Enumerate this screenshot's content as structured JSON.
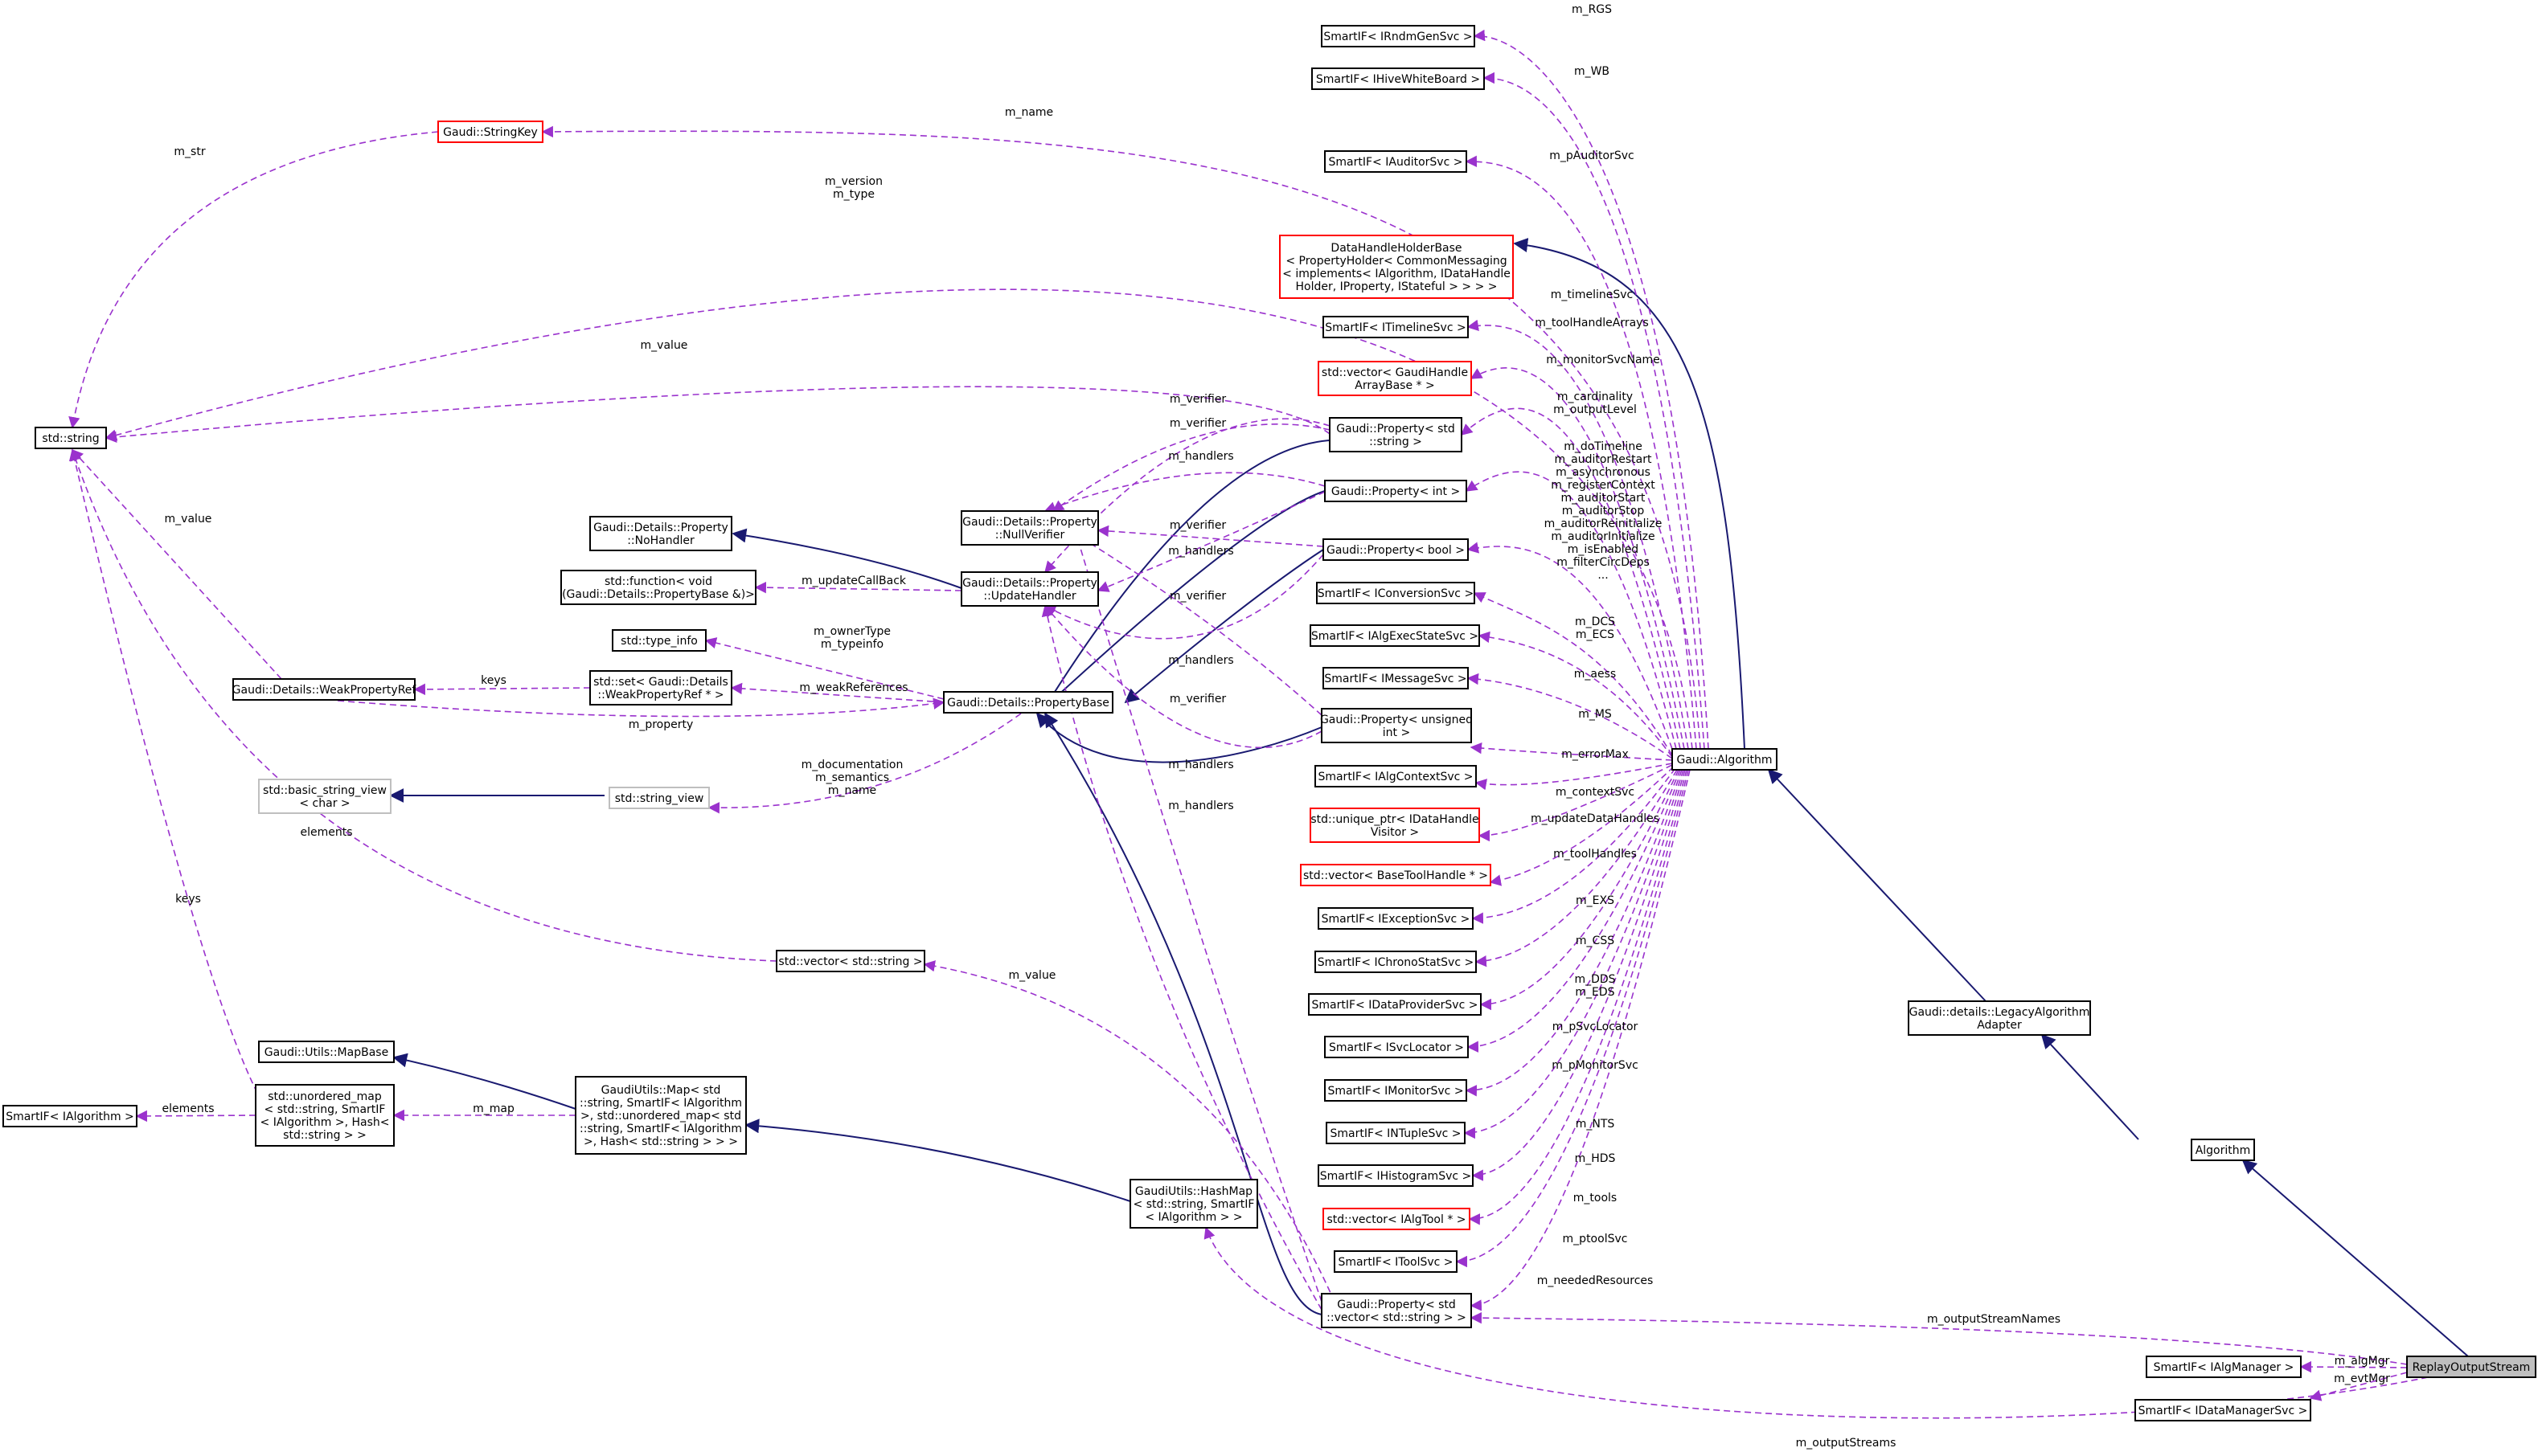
{
  "diagram": {
    "nodes": [
      {
        "id": "rgs",
        "lines": [
          "SmartIF< IRndmGenSvc >"
        ],
        "style": "black"
      },
      {
        "id": "hwb",
        "lines": [
          "SmartIF< IHiveWhiteBoard >"
        ],
        "style": "black"
      },
      {
        "id": "strkey",
        "lines": [
          "Gaudi::StringKey"
        ],
        "style": "red"
      },
      {
        "id": "audsvc",
        "lines": [
          "SmartIF< IAuditorSvc >"
        ],
        "style": "black"
      },
      {
        "id": "dhhb",
        "lines": [
          "DataHandleHolderBase",
          "< PropertyHolder< CommonMessaging",
          "< implements< IAlgorithm, IDataHandle",
          "Holder, IProperty, IStateful > > > >"
        ],
        "style": "red"
      },
      {
        "id": "tlsvc",
        "lines": [
          "SmartIF< ITimelineSvc >"
        ],
        "style": "black"
      },
      {
        "id": "vgha",
        "lines": [
          "std::vector< GaudiHandle",
          "ArrayBase * >"
        ],
        "style": "red"
      },
      {
        "id": "pstr",
        "lines": [
          "Gaudi::Property< std",
          "::string >"
        ],
        "style": "black"
      },
      {
        "id": "pint",
        "lines": [
          "Gaudi::Property< int >"
        ],
        "style": "black"
      },
      {
        "id": "pbool",
        "lines": [
          "Gaudi::Property< bool >"
        ],
        "style": "black"
      },
      {
        "id": "convsvc",
        "lines": [
          "SmartIF< IConversionSvc >"
        ],
        "style": "black"
      },
      {
        "id": "aess",
        "lines": [
          "SmartIF< IAlgExecStateSvc >"
        ],
        "style": "black"
      },
      {
        "id": "msgsvc",
        "lines": [
          "SmartIF< IMessageSvc >"
        ],
        "style": "black"
      },
      {
        "id": "puint",
        "lines": [
          "Gaudi::Property< unsigned",
          "int >"
        ],
        "style": "black"
      },
      {
        "id": "actx",
        "lines": [
          "SmartIF< IAlgContextSvc >"
        ],
        "style": "black"
      },
      {
        "id": "updh",
        "lines": [
          "std::unique_ptr< IDataHandle",
          "Visitor >"
        ],
        "style": "red"
      },
      {
        "id": "vbth",
        "lines": [
          "std::vector< BaseToolHandle * >"
        ],
        "style": "red"
      },
      {
        "id": "excsvc",
        "lines": [
          "SmartIF< IExceptionSvc >"
        ],
        "style": "black"
      },
      {
        "id": "chrono",
        "lines": [
          "SmartIF< IChronoStatSvc >"
        ],
        "style": "black"
      },
      {
        "id": "dps",
        "lines": [
          "SmartIF< IDataProviderSvc >"
        ],
        "style": "black"
      },
      {
        "id": "svcloc",
        "lines": [
          "SmartIF< ISvcLocator >"
        ],
        "style": "black"
      },
      {
        "id": "monsvc",
        "lines": [
          "SmartIF< IMonitorSvc >"
        ],
        "style": "black"
      },
      {
        "id": "ntsvc",
        "lines": [
          "SmartIF< INTupleSvc >"
        ],
        "style": "black"
      },
      {
        "id": "histsvc",
        "lines": [
          "SmartIF< IHistogramSvc >"
        ],
        "style": "black"
      },
      {
        "id": "vtool",
        "lines": [
          "std::vector< IAlgTool * >"
        ],
        "style": "red"
      },
      {
        "id": "toolsvc",
        "lines": [
          "SmartIF< IToolSvc >"
        ],
        "style": "black"
      },
      {
        "id": "pvec",
        "lines": [
          "Gaudi::Property< std",
          "::vector< std::string > >"
        ],
        "style": "black"
      },
      {
        "id": "string",
        "lines": [
          "std::string"
        ],
        "style": "black"
      },
      {
        "id": "nullv",
        "lines": [
          "Gaudi::Details::Property",
          "::NullVerifier"
        ],
        "style": "black"
      },
      {
        "id": "updhandler",
        "lines": [
          "Gaudi::Details::Property",
          "::UpdateHandler"
        ],
        "style": "black"
      },
      {
        "id": "nohandler",
        "lines": [
          "Gaudi::Details::Property",
          "::NoHandler"
        ],
        "style": "black"
      },
      {
        "id": "stdfunc",
        "lines": [
          "std::function< void",
          "(Gaudi::Details::PropertyBase &)>"
        ],
        "style": "black"
      },
      {
        "id": "typeinfo",
        "lines": [
          "std::type_info"
        ],
        "style": "black"
      },
      {
        "id": "setwpr",
        "lines": [
          "std::set< Gaudi::Details",
          "::WeakPropertyRef * >"
        ],
        "style": "black"
      },
      {
        "id": "wpr",
        "lines": [
          "Gaudi::Details::WeakPropertyRef"
        ],
        "style": "black"
      },
      {
        "id": "pbase",
        "lines": [
          "Gaudi::Details::PropertyBase"
        ],
        "style": "black"
      },
      {
        "id": "bsv",
        "lines": [
          "std::basic_string_view",
          "< char >"
        ],
        "style": "gray"
      },
      {
        "id": "sv",
        "lines": [
          "std::string_view"
        ],
        "style": "gray"
      },
      {
        "id": "vecstr",
        "lines": [
          "std::vector< std::string >"
        ],
        "style": "black"
      },
      {
        "id": "mapbase",
        "lines": [
          "Gaudi::Utils::MapBase"
        ],
        "style": "black"
      },
      {
        "id": "umap",
        "lines": [
          "std::unordered_map",
          "< std::string, SmartIF",
          "< IAlgorithm >, Hash<",
          "std::string > >"
        ],
        "style": "black"
      },
      {
        "id": "gumap",
        "lines": [
          "GaudiUtils::Map< std",
          "::string, SmartIF< IAlgorithm",
          ">, std::unordered_map< std",
          "::string, SmartIF< IAlgorithm",
          ">, Hash< std::string > > >"
        ],
        "style": "black"
      },
      {
        "id": "hashmap",
        "lines": [
          "GaudiUtils::HashMap",
          "< std::string, SmartIF",
          "< IAlgorithm > >"
        ],
        "style": "black"
      },
      {
        "id": "sialg",
        "lines": [
          "SmartIF< IAlgorithm >"
        ],
        "style": "black"
      },
      {
        "id": "galgo",
        "lines": [
          "Gaudi::Algorithm"
        ],
        "style": "black"
      },
      {
        "id": "legacy",
        "lines": [
          "Gaudi::details::LegacyAlgorithm",
          "Adapter"
        ],
        "style": "black"
      },
      {
        "id": "algo",
        "lines": [
          "Algorithm"
        ],
        "style": "black"
      },
      {
        "id": "algmgr",
        "lines": [
          "SmartIF< IAlgManager >"
        ],
        "style": "black"
      },
      {
        "id": "dms",
        "lines": [
          "SmartIF< IDataManagerSvc >"
        ],
        "style": "black"
      },
      {
        "id": "ros",
        "lines": [
          "ReplayOutputStream"
        ],
        "style": "focus"
      }
    ],
    "edge_labels": [
      {
        "id": "l_rgs",
        "lines": [
          "m_RGS"
        ]
      },
      {
        "id": "l_wb",
        "lines": [
          "m_WB"
        ]
      },
      {
        "id": "l_name",
        "lines": [
          "m_name"
        ]
      },
      {
        "id": "l_str",
        "lines": [
          "m_str"
        ]
      },
      {
        "id": "l_paud",
        "lines": [
          "m_pAuditorSvc"
        ]
      },
      {
        "id": "l_vertype",
        "lines": [
          "m_version",
          "m_type"
        ]
      },
      {
        "id": "l_tl",
        "lines": [
          "m_timelineSvc"
        ]
      },
      {
        "id": "l_tha",
        "lines": [
          "m_toolHandleArrays"
        ]
      },
      {
        "id": "l_value1",
        "lines": [
          "m_value"
        ]
      },
      {
        "id": "l_msn",
        "lines": [
          "m_monitorSvcName"
        ]
      },
      {
        "id": "l_ver1",
        "lines": [
          "m_verifier"
        ]
      },
      {
        "id": "l_card",
        "lines": [
          "m_cardinality",
          "m_outputLevel"
        ]
      },
      {
        "id": "l_ver2",
        "lines": [
          "m_verifier"
        ]
      },
      {
        "id": "l_bools",
        "lines": [
          "m_doTimeline",
          "m_auditorRestart",
          "m_asynchronous",
          "m_registerContext",
          "m_auditorStart",
          "m_auditorStop",
          "m_auditorReinitialize",
          "m_auditorInitialize",
          "m_isEnabled",
          "m_filterCircDeps",
          "..."
        ]
      },
      {
        "id": "l_hand1",
        "lines": [
          "m_handlers"
        ]
      },
      {
        "id": "l_value2",
        "lines": [
          "m_value"
        ]
      },
      {
        "id": "l_ver3",
        "lines": [
          "m_verifier"
        ]
      },
      {
        "id": "l_hand2",
        "lines": [
          "m_handlers"
        ]
      },
      {
        "id": "l_ucb",
        "lines": [
          "m_updateCallBack"
        ]
      },
      {
        "id": "l_ver4",
        "lines": [
          "m_verifier"
        ]
      },
      {
        "id": "l_owner",
        "lines": [
          "m_ownerType",
          "m_typeinfo"
        ]
      },
      {
        "id": "l_dcs",
        "lines": [
          "m_DCS",
          "m_ECS"
        ]
      },
      {
        "id": "l_hand3",
        "lines": [
          "m_handlers"
        ]
      },
      {
        "id": "l_aess",
        "lines": [
          "m_aess"
        ]
      },
      {
        "id": "l_keys1",
        "lines": [
          "keys"
        ]
      },
      {
        "id": "l_weak",
        "lines": [
          "m_weakReferences"
        ]
      },
      {
        "id": "l_ver5",
        "lines": [
          "m_verifier"
        ]
      },
      {
        "id": "l_ms",
        "lines": [
          "m_MS"
        ]
      },
      {
        "id": "l_prop",
        "lines": [
          "m_property"
        ]
      },
      {
        "id": "l_errmax",
        "lines": [
          "m_errorMax"
        ]
      },
      {
        "id": "l_hand4",
        "lines": [
          "m_handlers"
        ]
      },
      {
        "id": "l_doc",
        "lines": [
          "m_documentation",
          "m_semantics",
          "m_name"
        ]
      },
      {
        "id": "l_ctx",
        "lines": [
          "m_contextSvc"
        ]
      },
      {
        "id": "l_hand5",
        "lines": [
          "m_handlers"
        ]
      },
      {
        "id": "l_udh",
        "lines": [
          "m_updateDataHandles"
        ]
      },
      {
        "id": "l_elem1",
        "lines": [
          "elements"
        ]
      },
      {
        "id": "l_th",
        "lines": [
          "m_toolHandles"
        ]
      },
      {
        "id": "l_keys2",
        "lines": [
          "keys"
        ]
      },
      {
        "id": "l_exs",
        "lines": [
          "m_EXS"
        ]
      },
      {
        "id": "l_css",
        "lines": [
          "m_CSS"
        ]
      },
      {
        "id": "l_value3",
        "lines": [
          "m_value"
        ]
      },
      {
        "id": "l_dds",
        "lines": [
          "m_DDS",
          "m_EDS"
        ]
      },
      {
        "id": "l_psl",
        "lines": [
          "m_pSvcLocator"
        ]
      },
      {
        "id": "l_pmon",
        "lines": [
          "m_pMonitorSvc"
        ]
      },
      {
        "id": "l_map",
        "lines": [
          "m_map"
        ]
      },
      {
        "id": "l_elem2",
        "lines": [
          "elements"
        ]
      },
      {
        "id": "l_nts",
        "lines": [
          "m_NTS"
        ]
      },
      {
        "id": "l_hds",
        "lines": [
          "m_HDS"
        ]
      },
      {
        "id": "l_tools",
        "lines": [
          "m_tools"
        ]
      },
      {
        "id": "l_ptool",
        "lines": [
          "m_ptoolSvc"
        ]
      },
      {
        "id": "l_needed",
        "lines": [
          "m_neededResources"
        ]
      },
      {
        "id": "l_osn",
        "lines": [
          "m_outputStreamNames"
        ]
      },
      {
        "id": "l_algmgr",
        "lines": [
          "m_algMgr"
        ]
      },
      {
        "id": "l_evtmgr",
        "lines": [
          "m_evtMgr"
        ]
      },
      {
        "id": "l_os",
        "lines": [
          "m_outputStreams"
        ]
      }
    ]
  }
}
